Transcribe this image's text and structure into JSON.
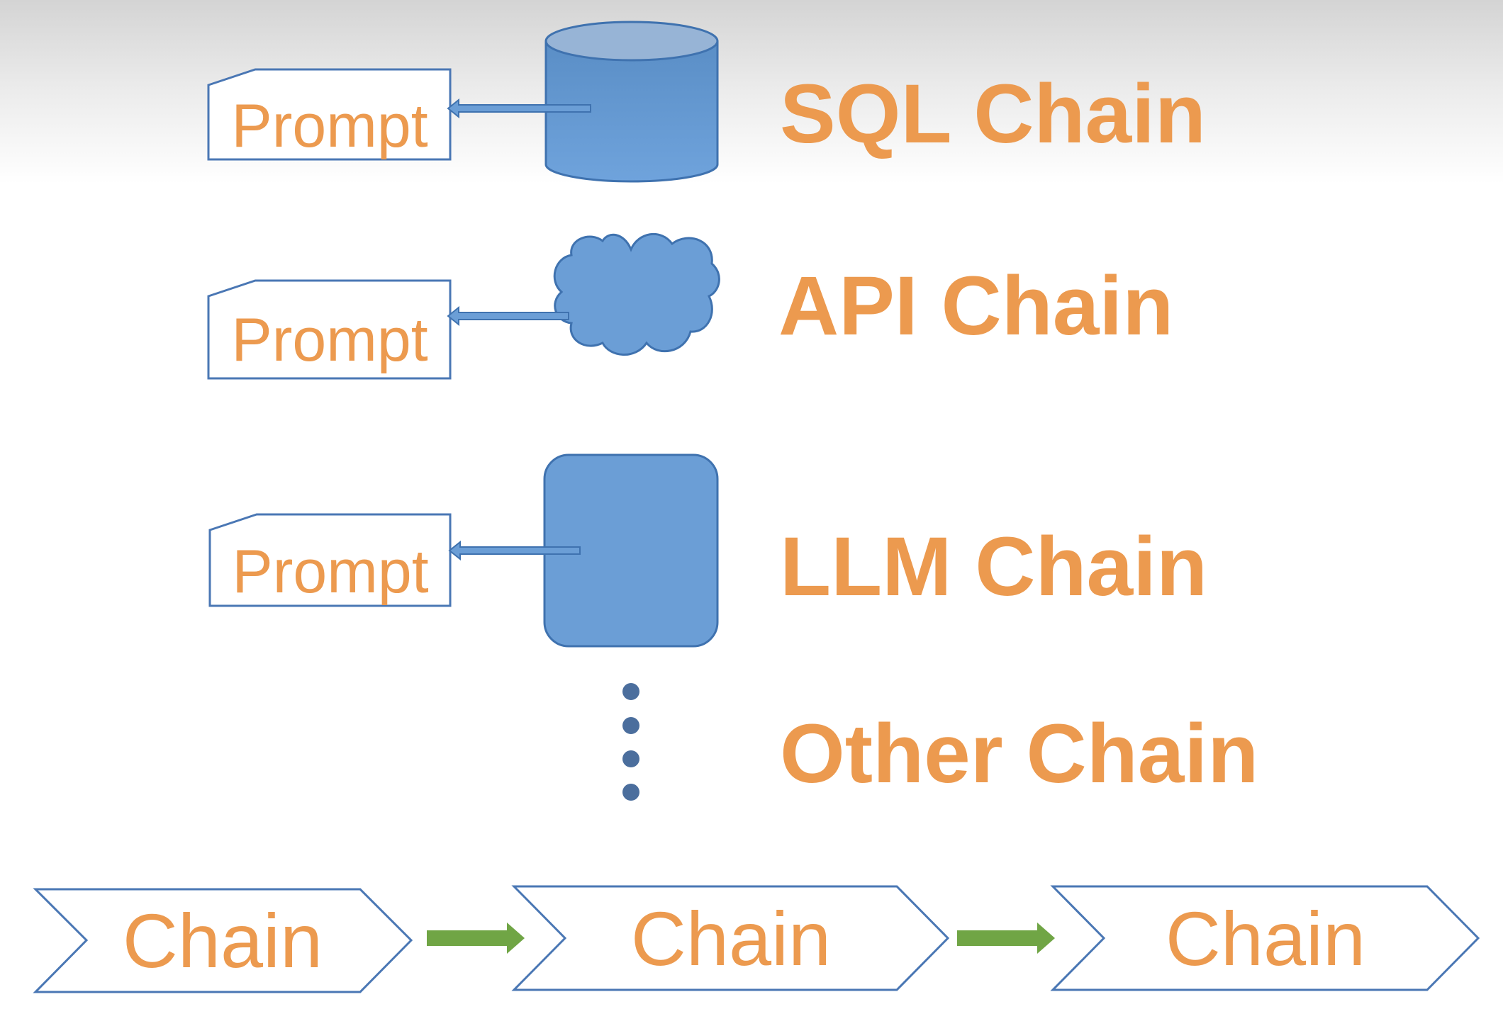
{
  "colors": {
    "accent": "#ec9a4f",
    "shape_fill": "#6b9ed6",
    "shape_stroke": "#3f72af",
    "outline": "#4a77b4",
    "dots": "#4b6e9d",
    "flow_arrow": "#70a545"
  },
  "rows": [
    {
      "prompt_label": "Prompt",
      "source_icon": "database-cylinder-icon",
      "chain_label": "SQL Chain"
    },
    {
      "prompt_label": "Prompt",
      "source_icon": "cloud-icon",
      "chain_label": "API Chain"
    },
    {
      "prompt_label": "Prompt",
      "source_icon": "rounded-box-icon",
      "chain_label": "LLM Chain"
    }
  ],
  "other": {
    "icon": "vertical-ellipsis-icon",
    "chain_label": "Other Chain"
  },
  "flow": {
    "steps": [
      "Chain",
      "Chain",
      "Chain"
    ],
    "connector_icon": "right-arrow-icon"
  }
}
